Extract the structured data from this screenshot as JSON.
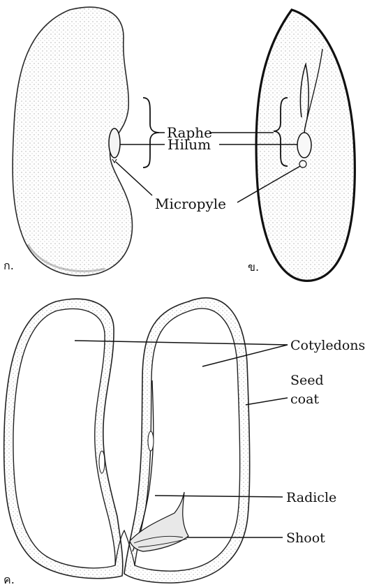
{
  "panels": {
    "a": {
      "letter": "ก.",
      "labels": {
        "raphe": "Raphe",
        "hilum": "Hilum",
        "micropyle": "Micropyle"
      }
    },
    "b": {
      "letter": "ข."
    },
    "c": {
      "letter": "ค.",
      "labels": {
        "cotyledons": "Cotyledons",
        "seed_coat_line1": "Seed",
        "seed_coat_line2": "coat",
        "radicle": "Radicle",
        "shoot": "Shoot"
      }
    }
  },
  "colors": {
    "ink": "#111111",
    "stipple": "#7a7a7a",
    "background": "#ffffff"
  }
}
